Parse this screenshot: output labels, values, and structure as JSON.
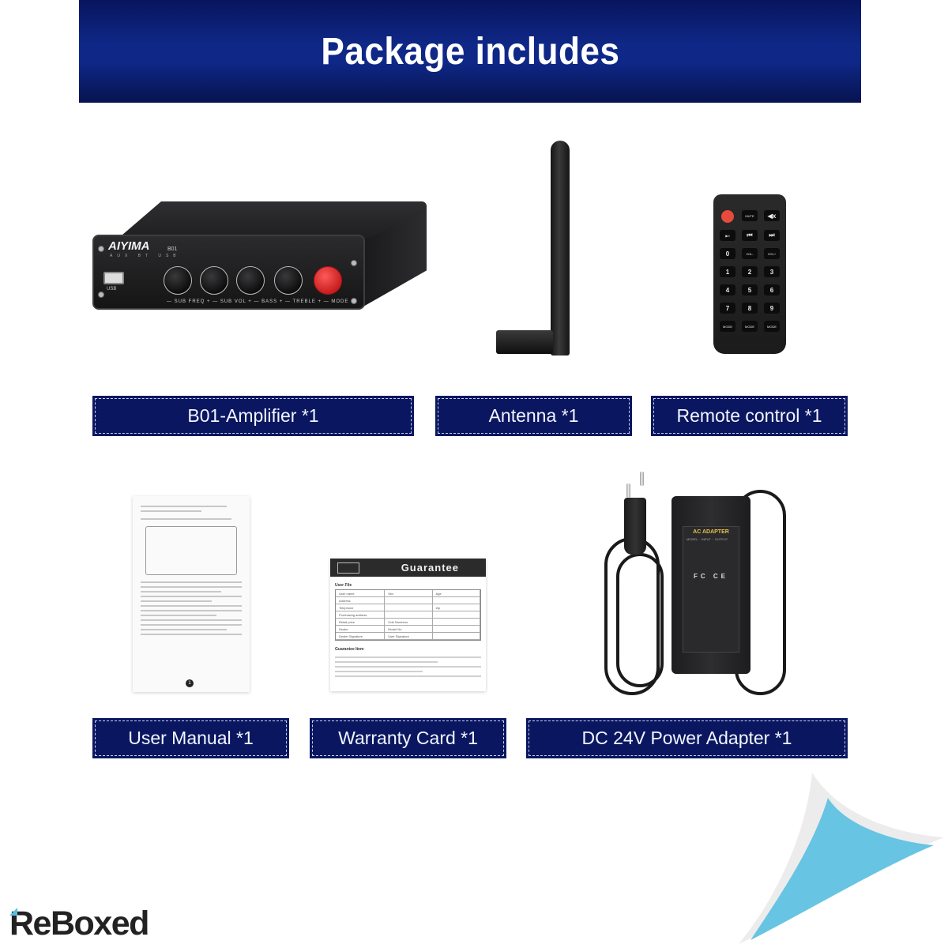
{
  "banner": {
    "title": "Package includes"
  },
  "items": [
    {
      "label": "B01-Amplifier *1"
    },
    {
      "label": "Antenna *1"
    },
    {
      "label": "Remote control *1"
    },
    {
      "label": "User Manual *1"
    },
    {
      "label": "Warranty Card *1"
    },
    {
      "label": "DC 24V Power Adapter *1"
    }
  ],
  "amplifier": {
    "brand": "AIYIMA",
    "model": "B01",
    "indicators": "AUX BT USB",
    "usb_label": "USB",
    "knob_labels": "— SUB FREQ +  — SUB VOL +  — BASS +  — TREBLE +  — MODE +"
  },
  "remote": {
    "buttons": [
      "",
      "MUTE",
      "◀x",
      "▶II",
      "⏮",
      "⏭",
      "0",
      "VOL-",
      "VOL+",
      "1",
      "2",
      "3",
      "4",
      "5",
      "6",
      "7",
      "8",
      "9",
      "MODE",
      "MODE",
      "MODE"
    ]
  },
  "warranty": {
    "title": "Guarantee",
    "section": "User File",
    "rows": [
      [
        "User name",
        "Sex",
        "Age"
      ],
      [
        "Address",
        "",
        ""
      ],
      [
        "Telephone",
        "",
        "Zip"
      ],
      [
        "Purchasing address",
        "",
        ""
      ],
      [
        "Retail price",
        "Odd Numbers",
        ""
      ],
      [
        "Dealer",
        "Model No.",
        ""
      ],
      [
        "Dealer Signature",
        "User Signature",
        ""
      ]
    ],
    "terms_title": "Guarantee Item"
  },
  "manual": {
    "page": "1"
  },
  "adapter": {
    "title": "AC ADAPTER",
    "marks": "FC CE"
  },
  "logo": {
    "text": "ReBoxed"
  },
  "colors": {
    "banner": "#0f2888",
    "label_bg": "#0a1760",
    "accent": "#58bde0"
  }
}
